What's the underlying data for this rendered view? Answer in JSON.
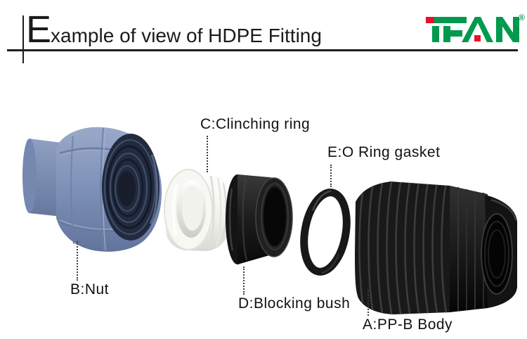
{
  "header": {
    "title": {
      "initial": "E",
      "rest": "xample of view of HDPE Fitting"
    },
    "logo": {
      "text": "IFAN",
      "registered": "®",
      "green": "#00994d",
      "red": "#e8112d"
    }
  },
  "diagram": {
    "labels": {
      "a": "A:PP-B Body",
      "b": "B:Nut",
      "c": "C:Clinching ring",
      "d": "D:Blocking bush",
      "e": "E:O Ring gasket"
    },
    "colors": {
      "nut_blue": "#8093b8",
      "nut_bore_dark": "#222b3e",
      "clinching_ring_white": "#f4f4f0",
      "rubber_black": "#1a1a1a",
      "background": "#ffffff"
    }
  }
}
